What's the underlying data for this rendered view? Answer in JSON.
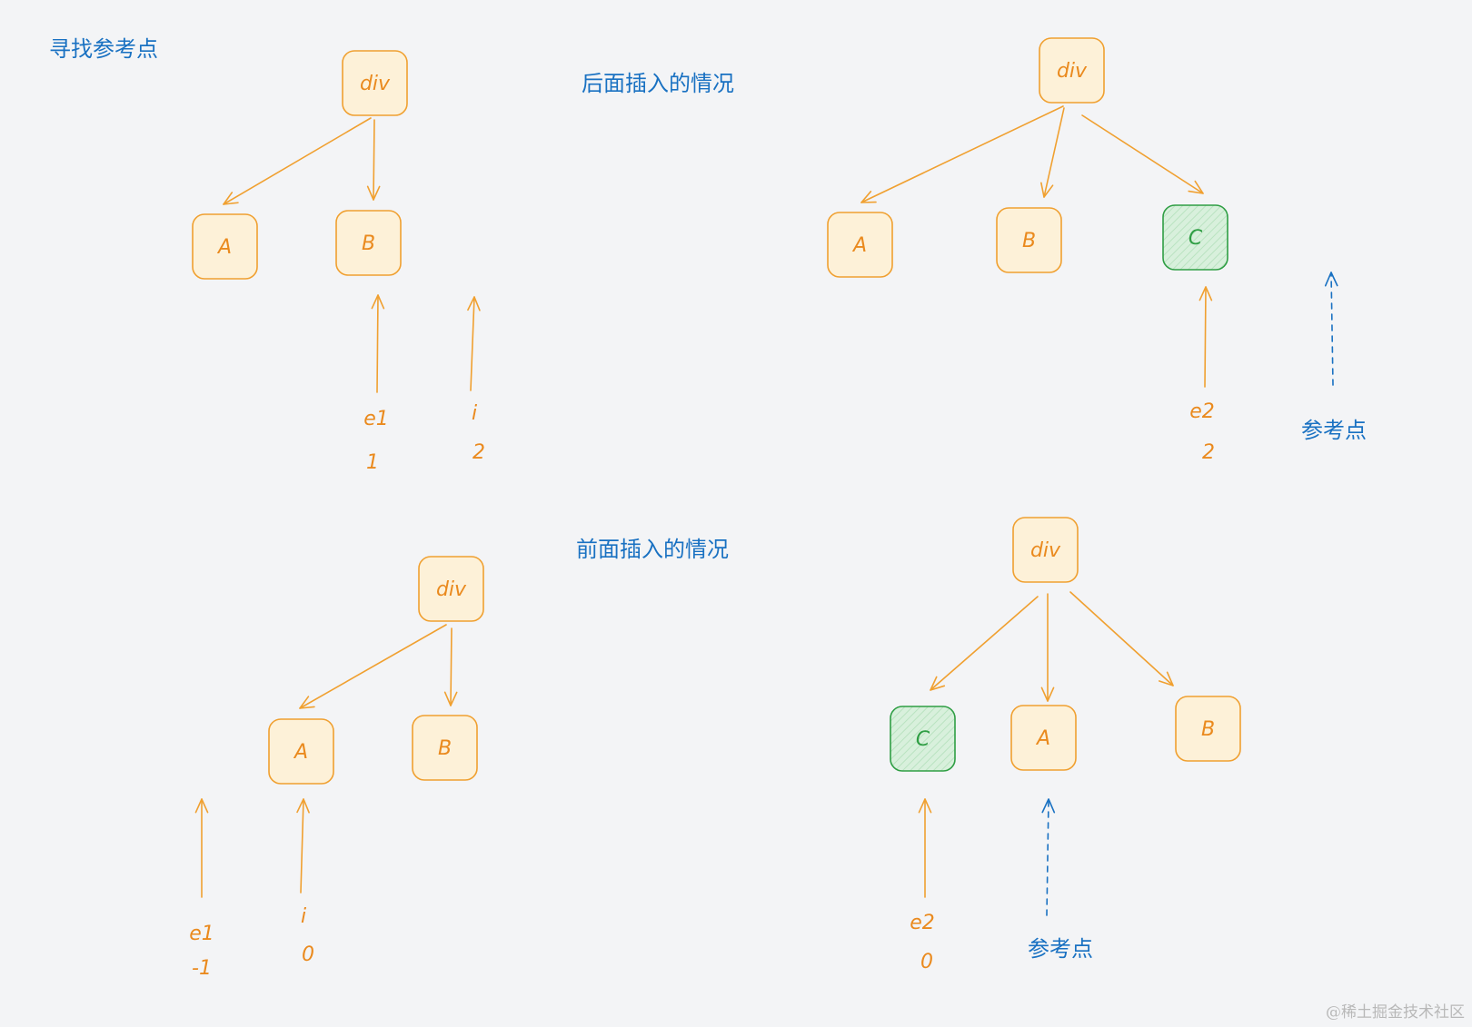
{
  "titles": {
    "main": "寻找参考点",
    "after_case": "后面插入的情况",
    "before_case": "前面插入的情况"
  },
  "nodes": {
    "div1": "div",
    "a1": "A",
    "b1": "B",
    "div2": "div",
    "a2": "A",
    "b2": "B",
    "c2": "C",
    "div3": "div",
    "a3": "A",
    "b3": "B",
    "div4": "div",
    "c4": "C",
    "a4": "A",
    "b4": "B"
  },
  "labels": {
    "d1_e1": "e1",
    "d1_e1_val": "1",
    "d1_i": "i",
    "d1_i_val": "2",
    "d2_e2": "e2",
    "d2_e2_val": "2",
    "d2_ref": "参考点",
    "d3_e1": "e1",
    "d3_e1_val": "-1",
    "d3_i": "i",
    "d3_i_val": "0",
    "d4_e2": "e2",
    "d4_e2_val": "0",
    "d4_ref": "参考点"
  },
  "watermark": "@稀土掘金技术社区",
  "colors": {
    "orange": "#f0a030",
    "orange_fill": "#fdf1d8",
    "orange_text": "#ea8a1e",
    "green": "#2f9e44",
    "green_fill": "#d8f0dc",
    "blue": "#1971c2",
    "watermark": "#b8b8b8"
  }
}
